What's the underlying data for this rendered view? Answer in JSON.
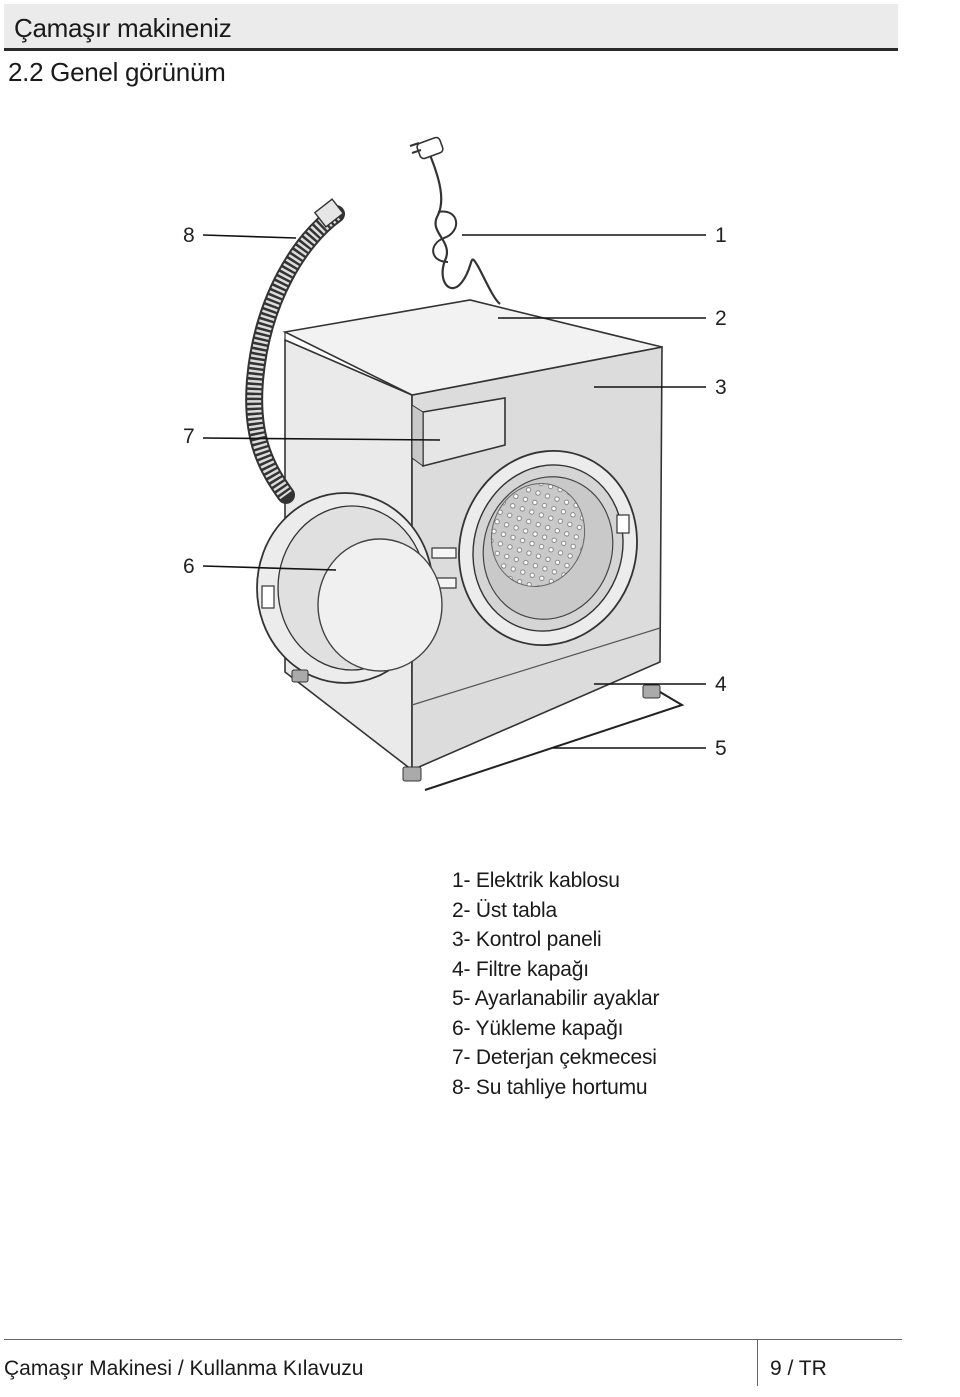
{
  "header": {
    "title": "Çamaşır makineniz"
  },
  "section": {
    "title": "2.2 Genel görünüm"
  },
  "diagram": {
    "callouts": [
      "1",
      "2",
      "3",
      "4",
      "5",
      "6",
      "7",
      "8"
    ]
  },
  "legend": [
    "1- Elektrik kablosu",
    "2- Üst tabla",
    "3- Kontrol paneli",
    "4- Filtre kapağı",
    "5- Ayarlanabilir ayaklar",
    "6- Yükleme kapağı",
    "7- Deterjan çekmecesi",
    "8- Su tahliye hortumu"
  ],
  "footer": {
    "title": "Çamaşır Makinesi / Kullanma Kılavuzu",
    "page": "9 / TR"
  }
}
